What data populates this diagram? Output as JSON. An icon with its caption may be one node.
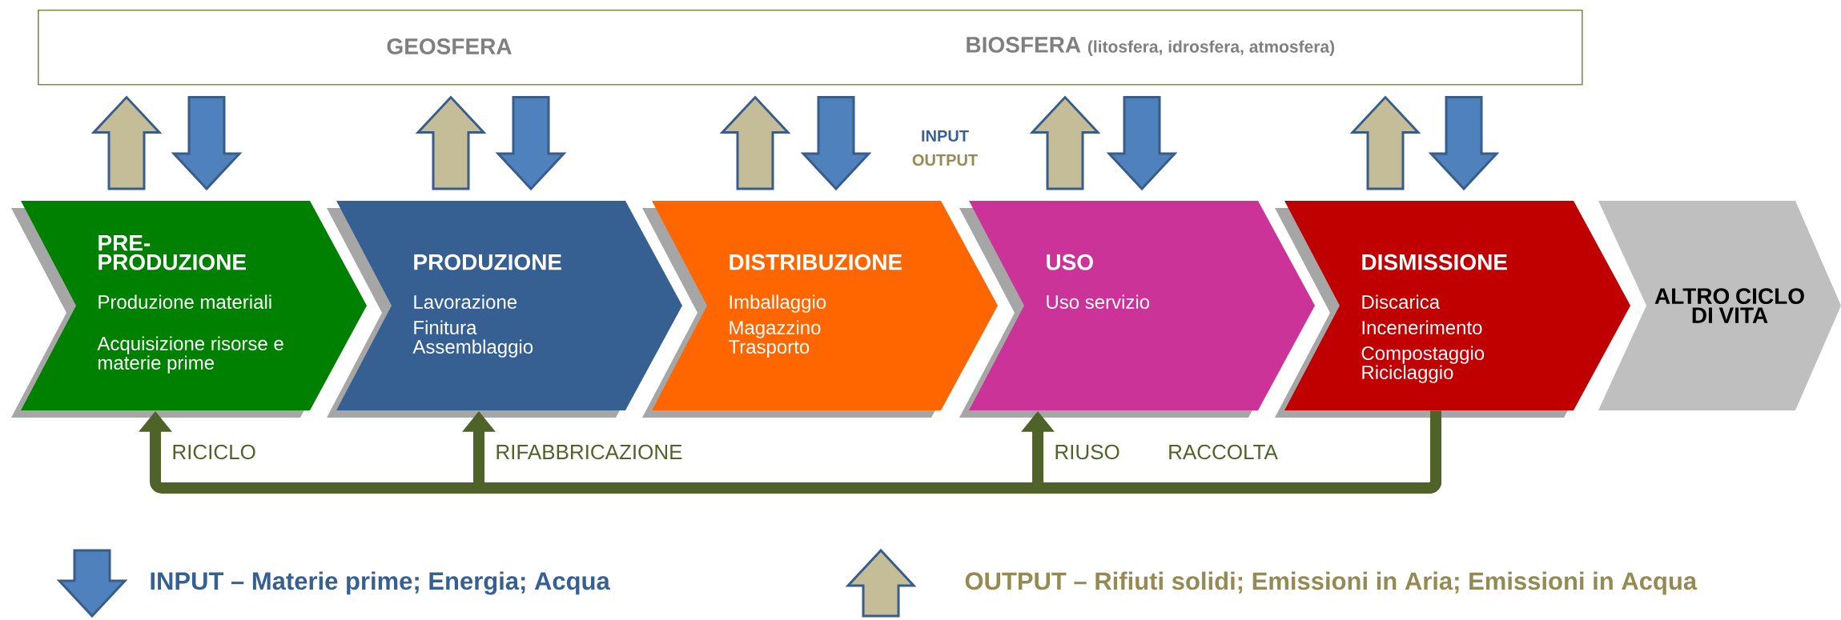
{
  "diagram": {
    "nodes": [
      {
        "text": [
          "GEOSFERA",
          "BIOSFERA",
          "(litosfera, idrosfera, atmosfera)"
        ]
      },
      {
        "text": [
          "PRE- PRODUZIONE",
          "Produzione materiali",
          "Acquisizione risorse e materie prime"
        ]
      },
      {
        "text": [
          "PRODUZIONE",
          "Lavorazione",
          "Finitura",
          "Assemblaggio"
        ]
      },
      {
        "text": [
          "DISTRIBUZIONE",
          "Imballaggio",
          "Magazzino",
          "Trasporto"
        ]
      },
      {
        "text": [
          "USO",
          "Uso servizio"
        ]
      },
      {
        "text": [
          "DISMISSIONE",
          "Discarica",
          "Incenerimento",
          "Compostaggio",
          "Riciclaggio"
        ]
      },
      {
        "text": [
          "ALTRO CICLO DI VITA"
        ]
      }
    ],
    "edges": [
      {
        "from": 1,
        "to": 0,
        "arrow": "to",
        "color": "#c4bd97"
      },
      {
        "from": 0,
        "to": 1,
        "arrow": "to"
      },
      {
        "from": 2,
        "to": 0,
        "arrow": "to",
        "color": "#c4bd97"
      },
      {
        "from": 0,
        "to": 2,
        "arrow": "to"
      },
      {
        "from": 3,
        "to": 0,
        "arrow": "to",
        "color": "#c4bd97"
      },
      {
        "from": 0,
        "to": 3,
        "arrow": "to"
      },
      {
        "from": 4,
        "to": 0,
        "arrow": "to",
        "color": "#c4bd97"
      },
      {
        "from": 0,
        "to": 4,
        "arrow": "to"
      },
      {
        "from": 5,
        "to": 0,
        "arrow": "to",
        "color": "#c4bd97"
      },
      {
        "from": 0,
        "to": 5,
        "arrow": "to"
      },
      {
        "from": 5,
        "to": 1,
        "arrow": "to",
        "label": "RICICLO",
        "color": "#4f6228"
      },
      {
        "from": 5,
        "to": 2,
        "arrow": "to",
        "label": "RIFABBRICAZIONE",
        "color": "#4f6228"
      },
      {
        "from": 5,
        "to": 4,
        "arrow": "to",
        "label": "RIUSO",
        "color": "#4f6228"
      }
    ],
    "labels": [
      "INPUT",
      "OUTPUT",
      "RACCOLTA"
    ],
    "legend": [
      {
        "text": "INPUT – Materie prime; Energia; Acqua"
      },
      {
        "text": "OUTPUT – Rifiuti solidi; Emissioni in Aria; Emissioni in Acqua"
      }
    ]
  }
}
